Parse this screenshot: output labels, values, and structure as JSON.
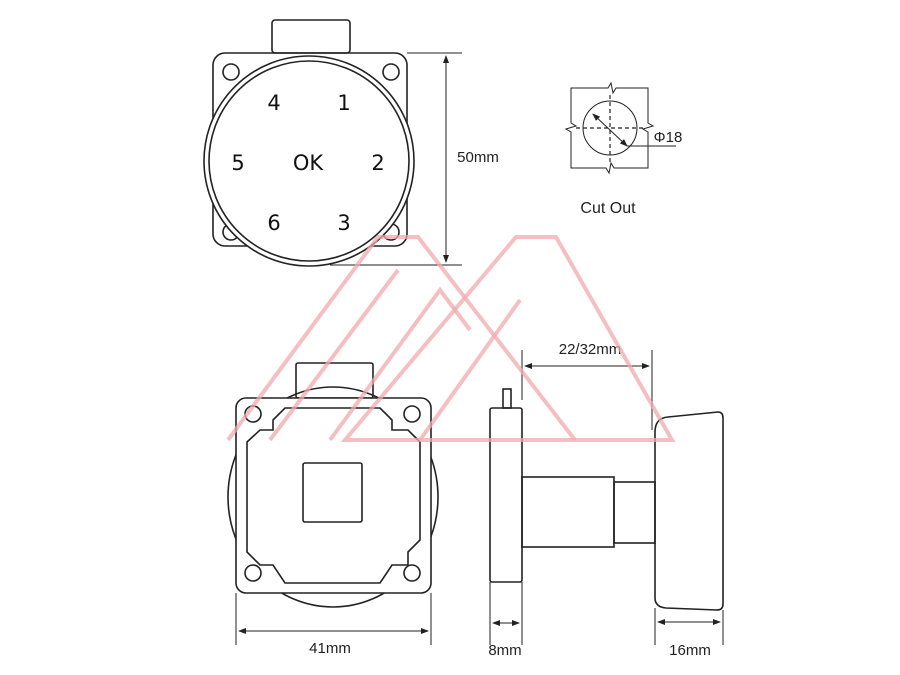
{
  "front_view": {
    "keys": {
      "k1": "1",
      "k2": "2",
      "k3": "3",
      "k4": "4",
      "k5": "5",
      "k6": "6",
      "ok": "OK"
    },
    "height_dim": "50mm"
  },
  "cut_out": {
    "diameter": "Φ18",
    "label": "Cut Out"
  },
  "back_view": {
    "width_dim": "41mm"
  },
  "side_view": {
    "door_thickness_dim": "22/32mm",
    "plate_dim": "8mm",
    "knob_dim": "16mm"
  },
  "colors": {
    "line": "#222222",
    "watermark": "#f2a9ad"
  }
}
